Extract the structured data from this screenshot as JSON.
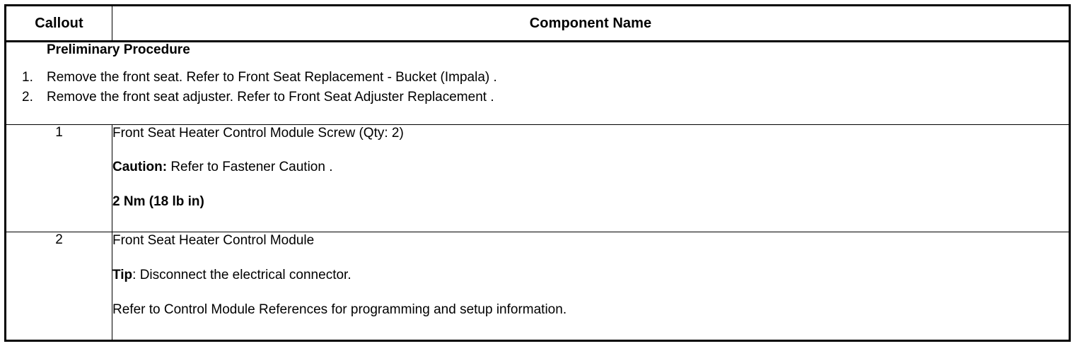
{
  "table": {
    "headers": {
      "callout": "Callout",
      "component": "Component Name"
    },
    "preliminary": {
      "title": "Preliminary Procedure",
      "steps": [
        {
          "num": "1.",
          "text": "Remove the front seat. Refer to Front Seat Replacement - Bucket (Impala) ."
        },
        {
          "num": "2.",
          "text": "Remove the front seat adjuster. Refer to Front Seat Adjuster Replacement ."
        }
      ]
    },
    "rows": [
      {
        "callout": "1",
        "lines": [
          {
            "lead": "",
            "text": "Front Seat Heater Control Module Screw (Qty: 2)",
            "bold_all": false
          },
          {
            "lead": "Caution:",
            "text": " Refer to Fastener Caution .",
            "bold_all": false
          },
          {
            "lead": "",
            "text": "2 Nm (18 lb in)",
            "bold_all": true
          }
        ]
      },
      {
        "callout": "2",
        "lines": [
          {
            "lead": "",
            "text": "Front Seat Heater Control Module",
            "bold_all": false
          },
          {
            "lead": "Tip",
            "text": ": Disconnect the electrical connector.",
            "bold_all": false
          },
          {
            "lead": "",
            "text": "Refer to Control Module References for programming and setup information.",
            "bold_all": false
          }
        ]
      }
    ]
  },
  "colors": {
    "border": "#000000",
    "text": "#000000",
    "background": "#ffffff"
  }
}
